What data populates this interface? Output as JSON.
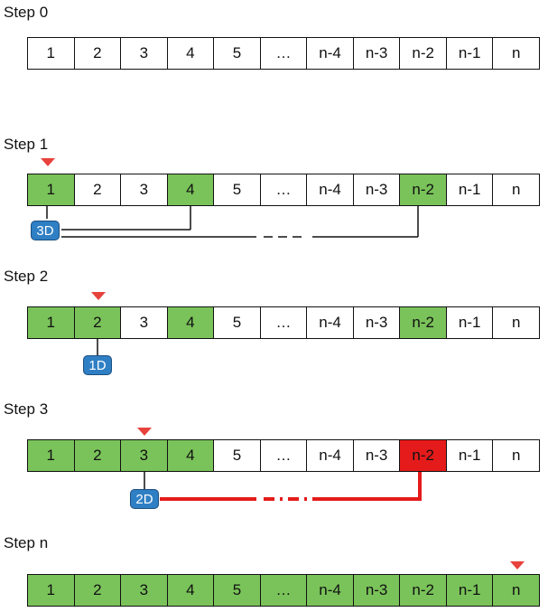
{
  "steps": [
    {
      "title": "Step 0",
      "cells": [
        {
          "label": "1",
          "state": "white"
        },
        {
          "label": "2",
          "state": "white"
        },
        {
          "label": "3",
          "state": "white"
        },
        {
          "label": "4",
          "state": "white"
        },
        {
          "label": "5",
          "state": "white"
        },
        {
          "label": "…",
          "state": "white"
        },
        {
          "label": "n-4",
          "state": "white"
        },
        {
          "label": "n-3",
          "state": "white"
        },
        {
          "label": "n-2",
          "state": "white"
        },
        {
          "label": "n-1",
          "state": "white"
        },
        {
          "label": "n",
          "state": "white"
        }
      ]
    },
    {
      "title": "Step 1",
      "cells": [
        {
          "label": "1",
          "state": "green"
        },
        {
          "label": "2",
          "state": "white"
        },
        {
          "label": "3",
          "state": "white"
        },
        {
          "label": "4",
          "state": "green"
        },
        {
          "label": "5",
          "state": "white"
        },
        {
          "label": "…",
          "state": "white"
        },
        {
          "label": "n-4",
          "state": "white"
        },
        {
          "label": "n-3",
          "state": "white"
        },
        {
          "label": "n-2",
          "state": "green"
        },
        {
          "label": "n-1",
          "state": "white"
        },
        {
          "label": "n",
          "state": "white"
        }
      ],
      "badge": "3D"
    },
    {
      "title": "Step 2",
      "cells": [
        {
          "label": "1",
          "state": "green"
        },
        {
          "label": "2",
          "state": "green"
        },
        {
          "label": "3",
          "state": "white"
        },
        {
          "label": "4",
          "state": "green"
        },
        {
          "label": "5",
          "state": "white"
        },
        {
          "label": "…",
          "state": "white"
        },
        {
          "label": "n-4",
          "state": "white"
        },
        {
          "label": "n-3",
          "state": "white"
        },
        {
          "label": "n-2",
          "state": "green"
        },
        {
          "label": "n-1",
          "state": "white"
        },
        {
          "label": "n",
          "state": "white"
        }
      ],
      "badge": "1D"
    },
    {
      "title": "Step 3",
      "cells": [
        {
          "label": "1",
          "state": "green"
        },
        {
          "label": "2",
          "state": "green"
        },
        {
          "label": "3",
          "state": "green"
        },
        {
          "label": "4",
          "state": "green"
        },
        {
          "label": "5",
          "state": "white"
        },
        {
          "label": "…",
          "state": "white"
        },
        {
          "label": "n-4",
          "state": "white"
        },
        {
          "label": "n-3",
          "state": "white"
        },
        {
          "label": "n-2",
          "state": "red"
        },
        {
          "label": "n-1",
          "state": "white"
        },
        {
          "label": "n",
          "state": "white"
        }
      ],
      "badge": "2D"
    },
    {
      "title": "Step n",
      "cells": [
        {
          "label": "1",
          "state": "green"
        },
        {
          "label": "2",
          "state": "green"
        },
        {
          "label": "3",
          "state": "green"
        },
        {
          "label": "4",
          "state": "green"
        },
        {
          "label": "5",
          "state": "green"
        },
        {
          "label": "…",
          "state": "green"
        },
        {
          "label": "n-4",
          "state": "green"
        },
        {
          "label": "n-3",
          "state": "green"
        },
        {
          "label": "n-2",
          "state": "green"
        },
        {
          "label": "n-1",
          "state": "green"
        },
        {
          "label": "n",
          "state": "green"
        }
      ]
    }
  ],
  "colors": {
    "green": "#7ac35a",
    "red": "#e51b1b",
    "pointer": "#e8423c",
    "badge": "#2f7fc4",
    "link": "#111111",
    "red_link": "#e51b1b"
  }
}
